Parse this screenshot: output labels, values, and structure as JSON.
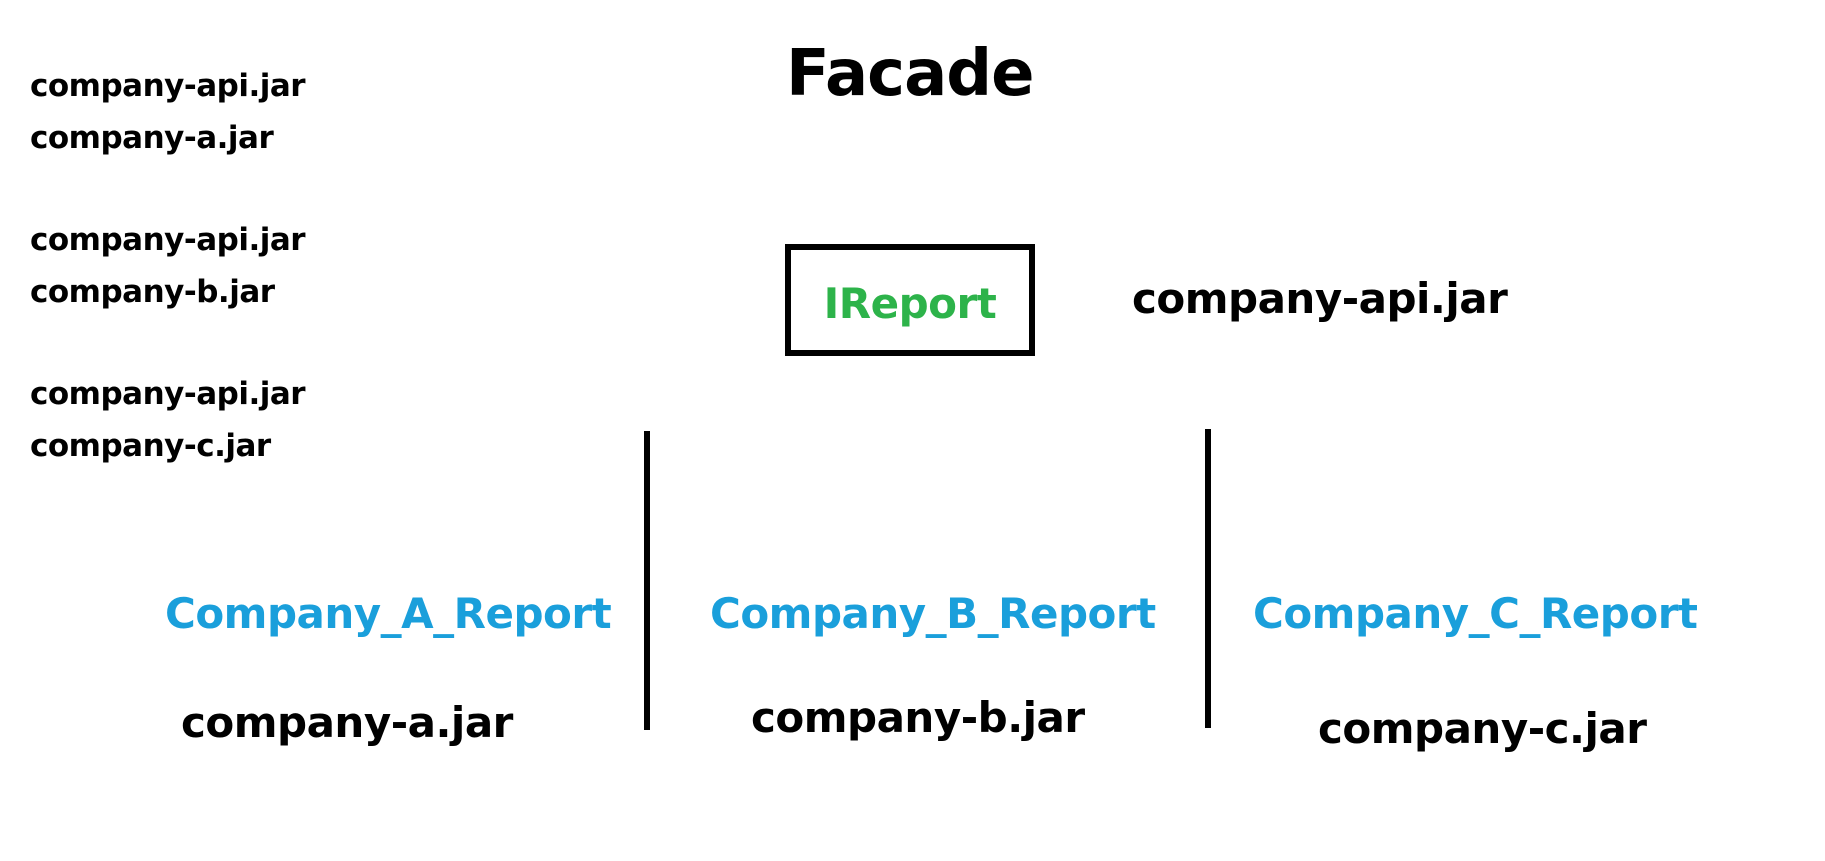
{
  "title": "Facade",
  "left_groups": [
    [
      "company-api.jar",
      "company-a.jar"
    ],
    [
      "company-api.jar",
      "company-b.jar"
    ],
    [
      "company-api.jar",
      "company-c.jar"
    ]
  ],
  "interface": {
    "label": "IReport",
    "jar": "company-api.jar"
  },
  "reports": [
    {
      "name": "Company_A_Report",
      "jar": "company-a.jar"
    },
    {
      "name": "Company_B_Report",
      "jar": "company-b.jar"
    },
    {
      "name": "Company_C_Report",
      "jar": "company-c.jar"
    }
  ],
  "colors": {
    "interface_text": "#2db34a",
    "report_text": "#1a9fdb",
    "default_text": "#000000"
  }
}
